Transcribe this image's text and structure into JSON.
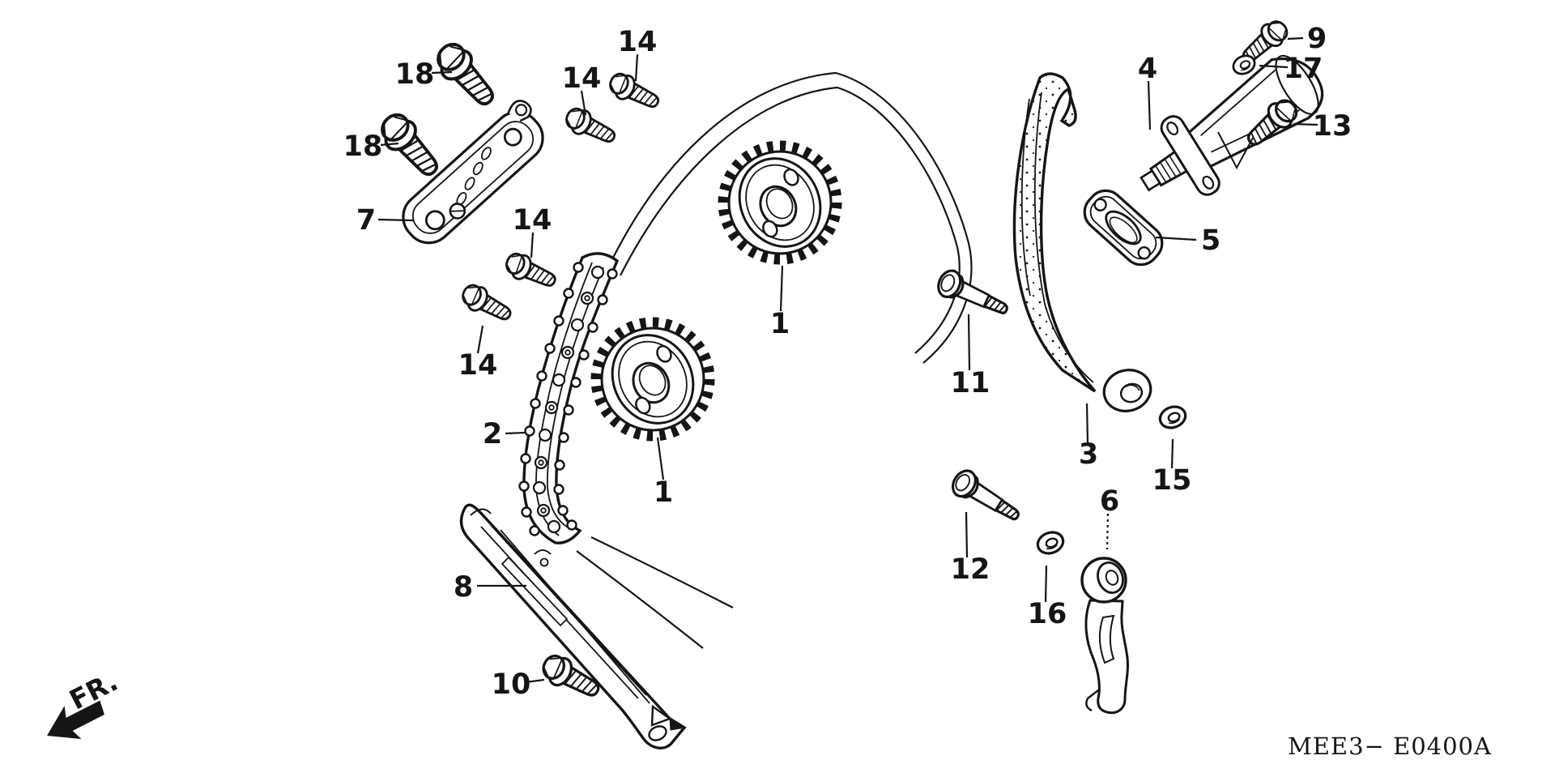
{
  "diagram": {
    "type": "exploded-parts-view",
    "drawing_code": "MEE3− E0400A",
    "direction_label": "FR.",
    "ink_color": "#151515",
    "background_color": "#ffffff",
    "callouts": [
      {
        "label": "18"
      },
      {
        "label": "18"
      },
      {
        "label": "7"
      },
      {
        "label": "14"
      },
      {
        "label": "14"
      },
      {
        "label": "14"
      },
      {
        "label": "14"
      },
      {
        "label": "2"
      },
      {
        "label": "1"
      },
      {
        "label": "1"
      },
      {
        "label": "11"
      },
      {
        "label": "3"
      },
      {
        "label": "15"
      },
      {
        "label": "12"
      },
      {
        "label": "16"
      },
      {
        "label": "6"
      },
      {
        "label": "4"
      },
      {
        "label": "9"
      },
      {
        "label": "17"
      },
      {
        "label": "13"
      },
      {
        "label": "5"
      },
      {
        "label": "10"
      },
      {
        "label": "8"
      }
    ]
  }
}
